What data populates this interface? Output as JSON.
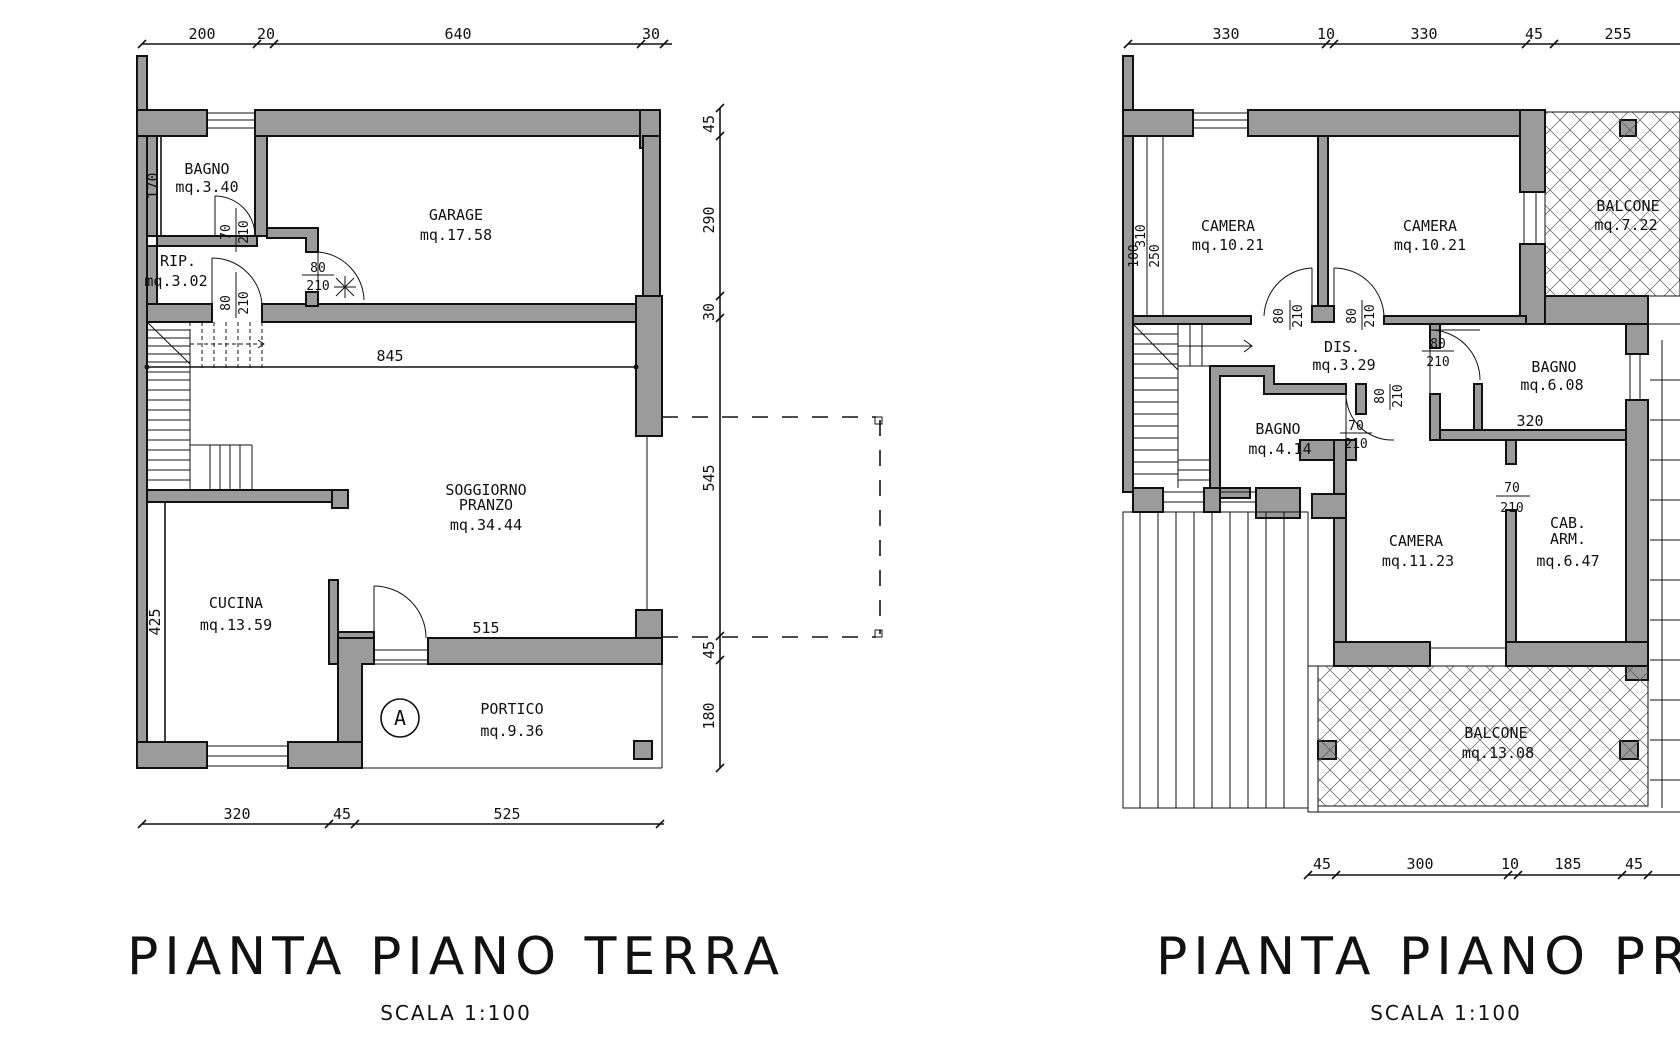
{
  "ground_floor": {
    "title": "PIANTA  PIANO  TERRA",
    "scale": "SCALA  1:100",
    "rooms": {
      "bagno": {
        "name": "BAGNO",
        "area": "mq.3.40"
      },
      "garage": {
        "name": "GARAGE",
        "area": "mq.17.58"
      },
      "rip": {
        "name": "RIP.",
        "area": "mq.3.02"
      },
      "soggiorno": {
        "name1": "SOGGIORNO",
        "name2": "PRANZO",
        "area": "mq.34.44"
      },
      "cucina": {
        "name": "CUCINA",
        "area": "mq.13.59"
      },
      "portico": {
        "name": "PORTICO",
        "area": "mq.9.36"
      }
    },
    "marker": "A",
    "dims_top": [
      "200",
      "20",
      "640",
      "30"
    ],
    "dims_bottom": [
      "320",
      "45",
      "525"
    ],
    "dims_right": [
      "45",
      "290",
      "30",
      "545",
      "45",
      "180"
    ],
    "dims_inner": {
      "d845": "845",
      "d515": "515",
      "d170": "170",
      "d425": "425"
    },
    "doors": {
      "bagno_w": "70",
      "bagno_h": "210",
      "rip_w": "80",
      "rip_h": "210",
      "garage_w": "80",
      "garage_h": "210"
    }
  },
  "first_floor": {
    "title": "PIANTA  PIANO  PRIMO",
    "scale": "SCALA  1:100",
    "rooms": {
      "camera1": {
        "name": "CAMERA",
        "area": "mq.10.21"
      },
      "camera2": {
        "name": "CAMERA",
        "area": "mq.10.21"
      },
      "balcone1": {
        "name": "BALCONE",
        "area": "mq.7.22"
      },
      "dis": {
        "name": "DIS.",
        "area": "mq.3.29"
      },
      "bagno1": {
        "name": "BAGNO",
        "area": "mq.6.08"
      },
      "bagno2": {
        "name": "BAGNO",
        "area": "mq.4.14"
      },
      "camera3": {
        "name": "CAMERA",
        "area": "mq.11.23"
      },
      "cab": {
        "name1": "CAB.",
        "name2": "ARM.",
        "area": "mq.6.47"
      },
      "balcone2": {
        "name": "BALCONE",
        "area": "mq.13.08"
      }
    },
    "dims_top": [
      "330",
      "10",
      "330",
      "45",
      "255"
    ],
    "dims_bottom": [
      "45",
      "300",
      "10",
      "185",
      "45"
    ],
    "dims_left": [
      "100",
      "310",
      "250"
    ],
    "d320": "320",
    "doors": {
      "c1_w": "80",
      "c1_h": "210",
      "c2_w": "80",
      "c2_h": "210",
      "b1_w": "80",
      "b1_h": "210",
      "b2_w": "70",
      "b2_h": "210",
      "dis_w": "80",
      "dis_h": "210",
      "cab_w": "70",
      "cab_h": "210"
    }
  }
}
